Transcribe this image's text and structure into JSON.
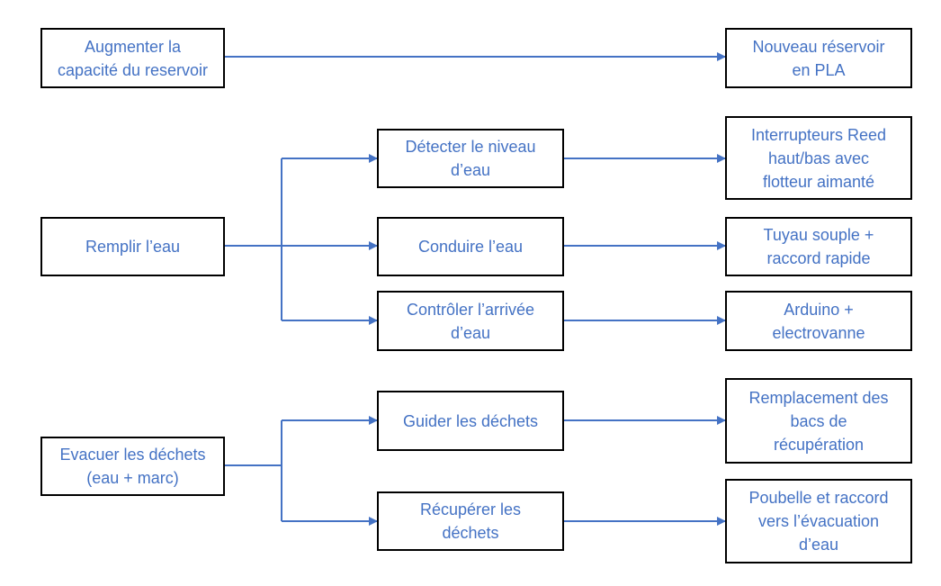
{
  "colors": {
    "text": "#4472c4",
    "connector": "#4472c4",
    "box_border": "#000000",
    "background": "#ffffff"
  },
  "functions": {
    "capacity": "Augmenter la\ncapacité du reservoir",
    "fill_water": "Remplir l’eau",
    "evacuate": "Evacuer les déchets\n(eau + marc)"
  },
  "sub_functions": {
    "detect_level": "Détecter le niveau\nd’eau",
    "conduct_water": "Conduire l’eau",
    "control_inflow": "Contrôler l’arrivée\nd’eau",
    "guide_waste": "Guider les déchets",
    "collect_waste": "Récupérer les\ndéchets"
  },
  "solutions": {
    "new_tank": "Nouveau réservoir\nen PLA",
    "reed_switches": "Interrupteurs Reed\nhaut/bas avec\nflotteur aimanté",
    "hose": "Tuyau souple +\nraccord rapide",
    "arduino": "Arduino +\nelectrovanne",
    "bins": "Remplacement des\nbacs de\nrécupération",
    "trash": "Poubelle et raccord\nvers l’évacuation\nd’eau"
  }
}
